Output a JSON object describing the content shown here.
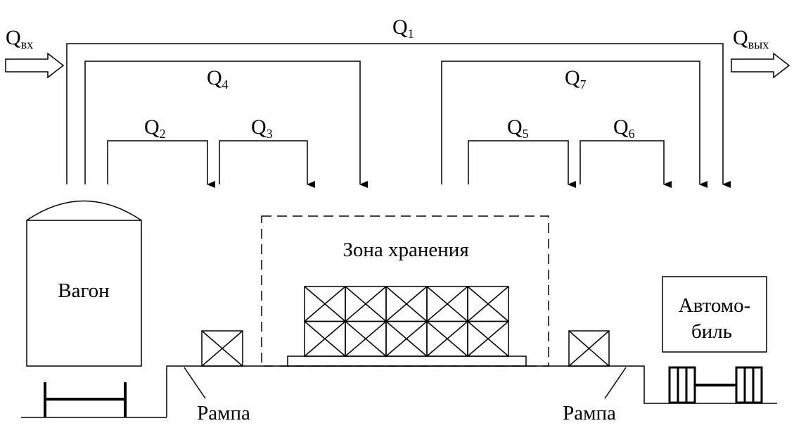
{
  "flows": {
    "input": {
      "main": "Q",
      "sub": "вх"
    },
    "output": {
      "main": "Q",
      "sub": "вых"
    },
    "q1": {
      "main": "Q",
      "sub": "1"
    },
    "q2": {
      "main": "Q",
      "sub": "2"
    },
    "q3": {
      "main": "Q",
      "sub": "3"
    },
    "q4": {
      "main": "Q",
      "sub": "4"
    },
    "q5": {
      "main": "Q",
      "sub": "5"
    },
    "q6": {
      "main": "Q",
      "sub": "6"
    },
    "q7": {
      "main": "Q",
      "sub": "7"
    }
  },
  "labels": {
    "wagon": "Вагон",
    "storage_zone": "Зона хранения",
    "truck_line1": "Автомо-",
    "truck_line2": "биль",
    "ramp_left": "Рампа",
    "ramp_right": "Рампа"
  }
}
